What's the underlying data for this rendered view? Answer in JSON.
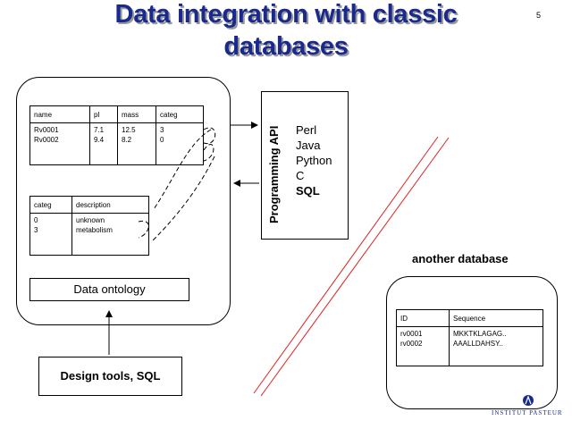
{
  "slide": {
    "title_line1": "Data integration with classic",
    "title_line2": "databases",
    "page_number": "5"
  },
  "main_db": {
    "table1": {
      "headers": [
        "name",
        "pI",
        "mass",
        "categ"
      ],
      "rows": [
        [
          "Rv0001",
          "7.1",
          "12.5",
          "3"
        ],
        [
          "Rv0002",
          "9.4",
          "8.2",
          "0"
        ]
      ]
    },
    "table2": {
      "headers": [
        "categ",
        "description"
      ],
      "rows": [
        [
          "0",
          "unknown"
        ],
        [
          "3",
          "metabolism"
        ]
      ]
    },
    "ontology_label": "Data ontology"
  },
  "api": {
    "title": "Programming API",
    "languages": [
      "Perl",
      "Java",
      "Python",
      "C",
      "SQL"
    ]
  },
  "design_tools": {
    "label": "Design tools, SQL"
  },
  "other_db": {
    "label": "another database",
    "table": {
      "headers": [
        "ID",
        "Sequence"
      ],
      "rows": [
        [
          "rv0001",
          "MKKTKLAGAG.."
        ],
        [
          "rv0002",
          "AAALLDAHSY.."
        ]
      ]
    }
  },
  "logo": {
    "text": "INSTITUT PASTEUR"
  },
  "colors": {
    "title": "#1a2a8c",
    "separator": "#e02020"
  }
}
